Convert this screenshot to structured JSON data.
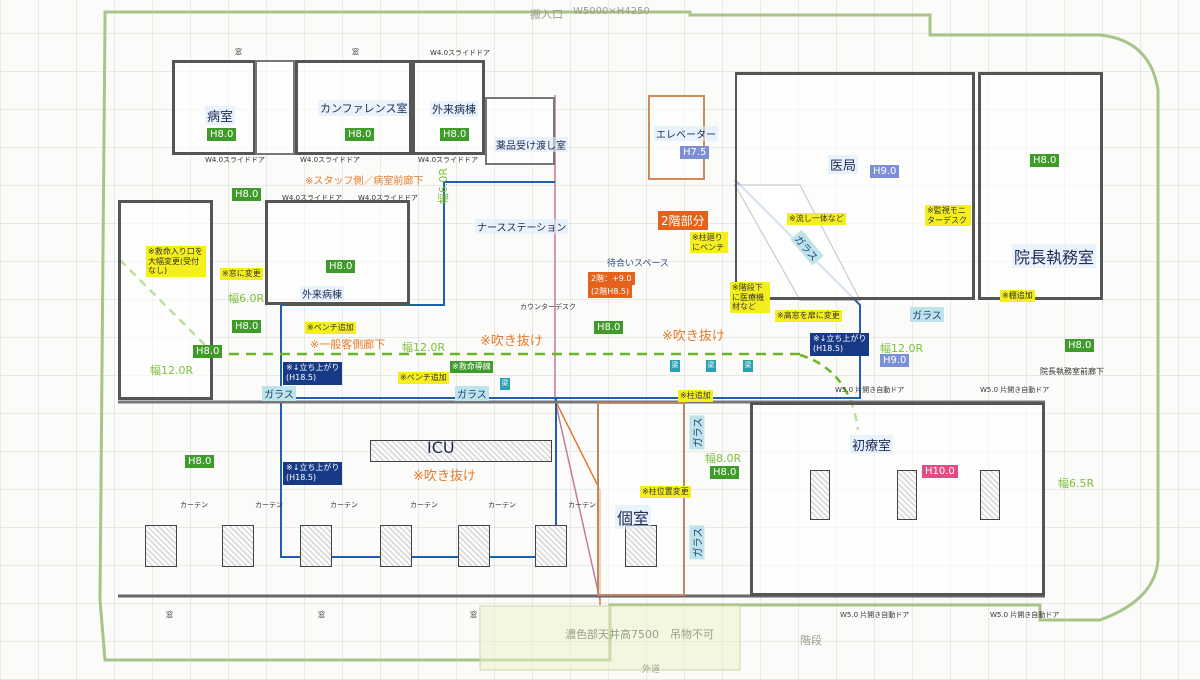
{
  "header": {
    "entrance": "搬入口",
    "entrance_size": "W5000×H4250"
  },
  "rooms": {
    "patient_room": "病室",
    "conference": "カンファレンス室",
    "outpatient_top": "外来病棟",
    "pharmacy": "薬品受け渡し室",
    "elevator": "エレベーター",
    "doctors_office": "医局",
    "director_office": "院長執務室",
    "outpatient_lower": "外来病棟",
    "nurse_station": "ナースステーション",
    "waiting": "待合いスペース",
    "icu": "ICU",
    "private_room": "個室",
    "emergency_room": "初療室"
  },
  "heights": {
    "h8": "H8.0",
    "h75": "H7.5",
    "h9": "H9.0",
    "h10": "H10.0"
  },
  "notes": {
    "staff_corridor": "※スタッフ側／病室前廊下",
    "general_corridor": "※一般客側廊下",
    "atrium": "※吹き抜け",
    "floor2": "2階部分",
    "floor2_height": "2階：+9.0",
    "floor2_sub": "(2階H8.5)",
    "rise": "※↓立ち上がり",
    "rise_height": "(H18.5)",
    "entrance_change": "※救命入り口を大幅変更(受付なし)",
    "window_change": "※窓に変更",
    "bench_add": "※ベンチ追加",
    "emergency_route": "※救命導線",
    "under_stairs": "※階段下に医療機材など",
    "window_to_door": "※高窓を扉に変更",
    "column_add": "※柱追加",
    "column_move": "※柱位置変更",
    "column_bench": "※柱廻りにベンチ",
    "monitor_desk": "※監視モニターデスク",
    "sink": "※流し一体など",
    "shelf_add": "※棚追加",
    "director_corridor": "院長執務室前廊下",
    "ceiling": "濃色部天井高7500　吊物不可",
    "stairs": "階段",
    "outside": "外道"
  },
  "labels": {
    "glass": "ガラス",
    "width_6": "幅6.0R",
    "width_12": "幅12.0R",
    "width_8": "幅8.0R",
    "width_65": "幅6.5R",
    "slide_door": "W4.0スライドドア",
    "auto_door": "W5.0 片開き自動ドア",
    "counter": "カウンターデスク",
    "curtain": "カーテン",
    "window": "窓",
    "beam": "梁"
  }
}
